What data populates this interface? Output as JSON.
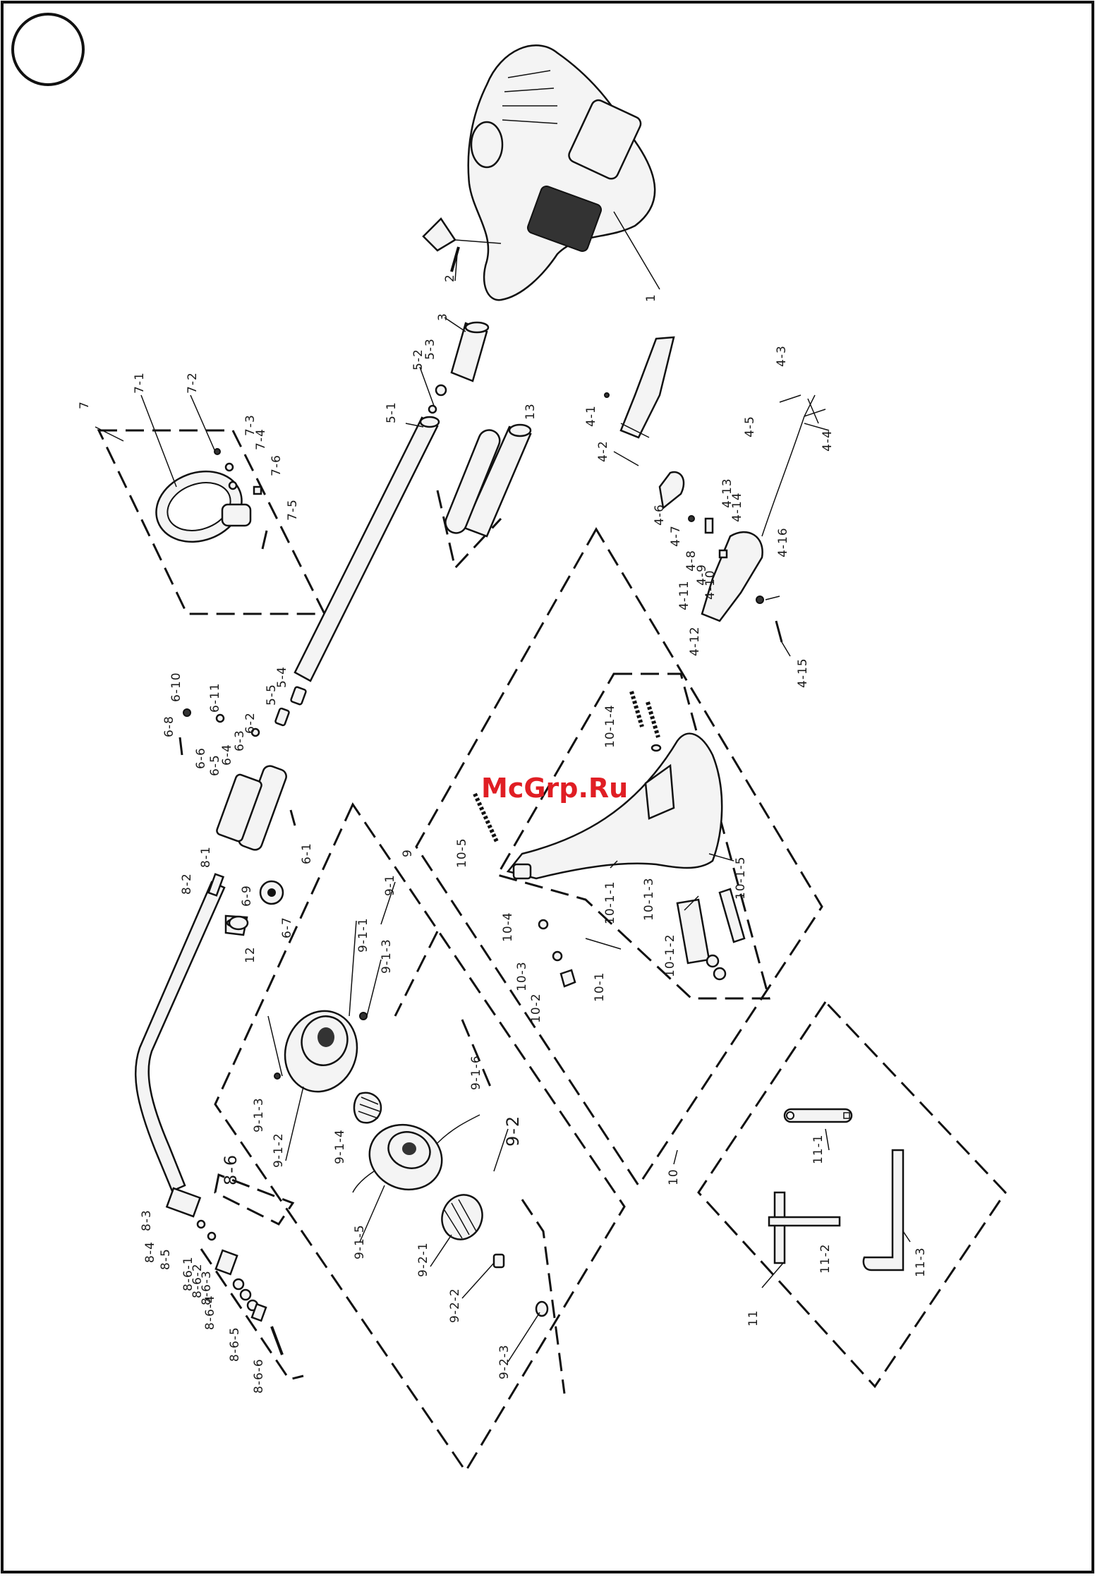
{
  "watermark": "McGrp.Ru",
  "labels": {
    "l1": "1",
    "l2": "2",
    "l3": "3",
    "l4_1": "4-1",
    "l4_2": "4-2",
    "l4_3": "4-3",
    "l4_4": "4-4",
    "l4_5": "4-5",
    "l4_6": "4-6",
    "l4_7": "4-7",
    "l4_8": "4-8",
    "l4_9": "4-9",
    "l4_10": "4-10",
    "l4_11": "4-11",
    "l4_12": "4-12",
    "l4_13": "4-13",
    "l4_14": "4-14",
    "l4_15": "4-15",
    "l4_16": "4-16",
    "l5_1": "5-1",
    "l5_2": "5-2",
    "l5_3": "5-3",
    "l5_4": "5-4",
    "l5_5": "5-5",
    "l6_1": "6-1",
    "l6_2": "6-2",
    "l6_3": "6-3",
    "l6_4": "6-4",
    "l6_5": "6-5",
    "l6_6": "6-6",
    "l6_7": "6-7",
    "l6_8": "6-8",
    "l6_9": "6-9",
    "l6_10": "6-10",
    "l6_11": "6-11",
    "l7": "7",
    "l7_1": "7-1",
    "l7_2": "7-2",
    "l7_3": "7-3",
    "l7_4": "7-4",
    "l7_5": "7-5",
    "l7_6": "7-6",
    "l8_1": "8-1",
    "l8_2": "8-2",
    "l8_3": "8-3",
    "l8_4": "8-4",
    "l8_5": "8-5",
    "l8_6": "8-6",
    "l8_6_1": "8-6-1",
    "l8_6_2": "8-6-2",
    "l8_6_3": "8-6-3",
    "l8_6_4": "8-6-4",
    "l8_6_5": "8-6-5",
    "l8_6_6": "8-6-6",
    "l9": "9",
    "l9_1": "9-1",
    "l9_1_1": "9-1-1",
    "l9_1_2": "9-1-2",
    "l9_1_3a": "9-1-3",
    "l9_1_3b": "9-1-3",
    "l9_1_4": "9-1-4",
    "l9_1_5": "9-1-5",
    "l9_1_6": "9-1-6",
    "l9_2": "9-2",
    "l9_2_1": "9-2-1",
    "l9_2_2": "9-2-2",
    "l9_2_3": "9-2-3",
    "l10": "10",
    "l10_1": "10-1",
    "l10_1_1": "10-1-1",
    "l10_1_2": "10-1-2",
    "l10_1_3": "10-1-3",
    "l10_1_4": "10-1-4",
    "l10_1_5": "10-1-5",
    "l10_2": "10-2",
    "l10_3": "10-3",
    "l10_4": "10-4",
    "l10_5": "10-5",
    "l11": "11",
    "l11_1": "11-1",
    "l11_2": "11-2",
    "l11_3": "11-3",
    "l12": "12",
    "l13": "13"
  }
}
